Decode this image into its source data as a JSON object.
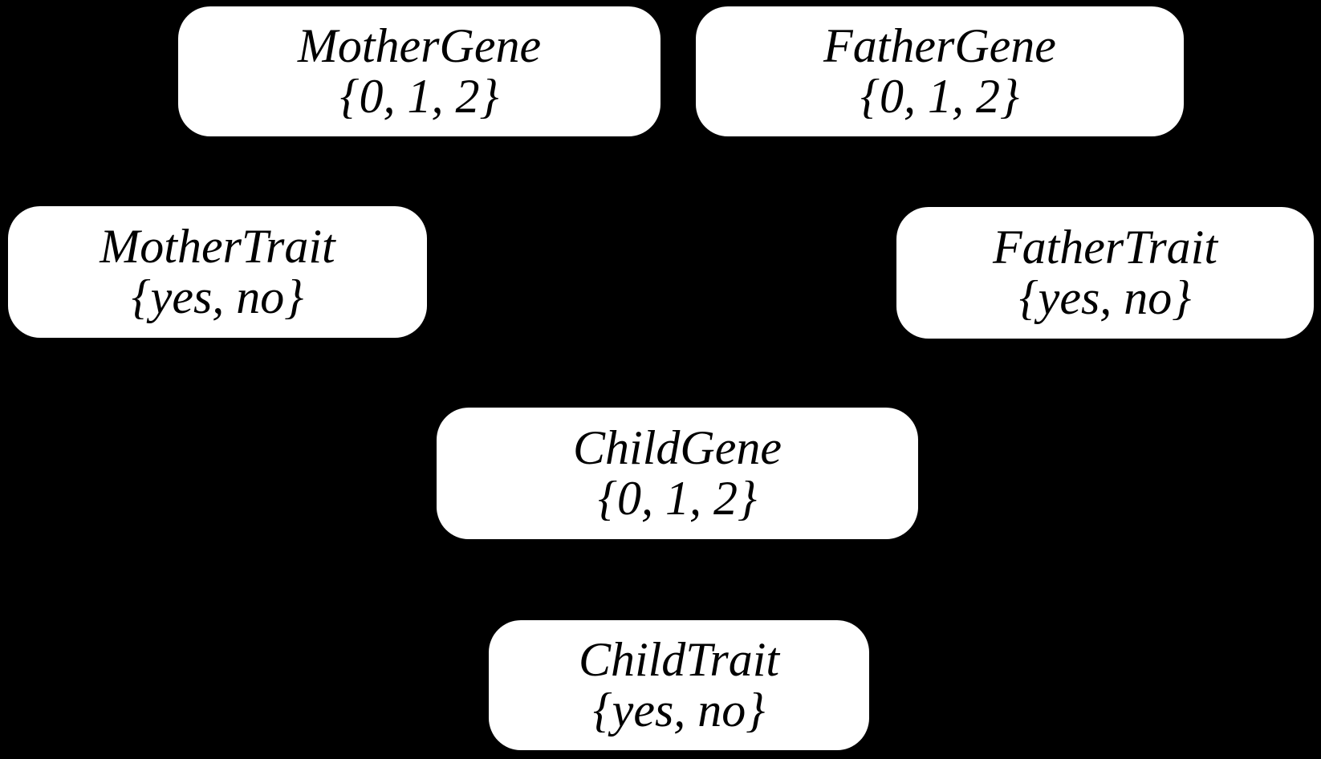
{
  "diagram": {
    "background_color": "#000000",
    "node_fill_color": "#ffffff",
    "node_text_color": "#000000",
    "nodes": [
      {
        "id": "mother-gene",
        "name": "MotherGene",
        "domain": "{0, 1, 2}"
      },
      {
        "id": "father-gene",
        "name": "FatherGene",
        "domain": "{0, 1, 2}"
      },
      {
        "id": "mother-trait",
        "name": "MotherTrait",
        "domain": "{yes, no}"
      },
      {
        "id": "father-trait",
        "name": "FatherTrait",
        "domain": "{yes, no}"
      },
      {
        "id": "child-gene",
        "name": "ChildGene",
        "domain": "{0, 1, 2}"
      },
      {
        "id": "child-trait",
        "name": "ChildTrait",
        "domain": "{yes, no}"
      }
    ]
  }
}
